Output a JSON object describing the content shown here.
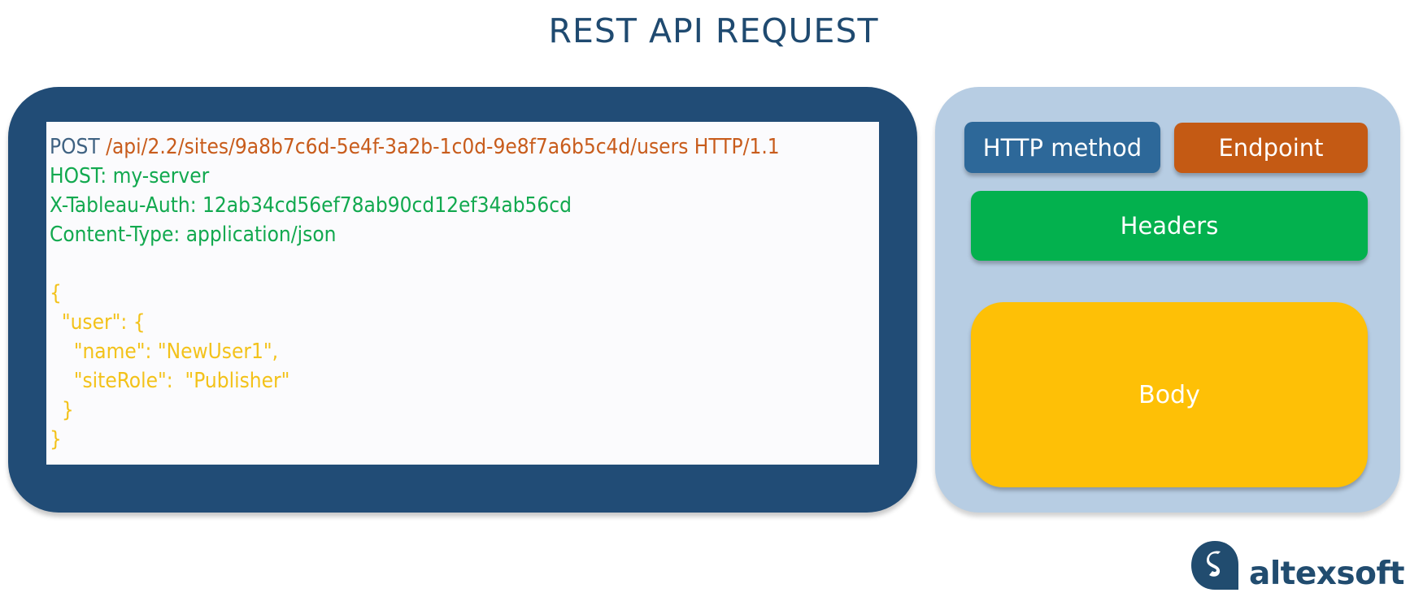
{
  "title": "REST API REQUEST",
  "request": {
    "method": "POST",
    "endpoint_line": " /api/2.2/sites/9a8b7c6d-5e4f-3a2b-1c0d-9e8f7a6b5c4d/users HTTP/1.1",
    "headers": [
      "HOST: my-server",
      "X-Tableau-Auth: 12ab34cd56ef78ab90cd12ef34ab56cd",
      "Content-Type: application/json"
    ],
    "body": [
      "{",
      "  \"user\": {",
      "    \"name\": \"NewUser1\",",
      "    \"siteRole\":  \"Publisher\"",
      "  }",
      "}"
    ]
  },
  "legend": {
    "method": "HTTP method",
    "endpoint": "Endpoint",
    "headers": "Headers",
    "body": "Body"
  },
  "colors": {
    "frame": "#214c76",
    "method": "#2d6899",
    "endpoint": "#c45a14",
    "headers": "#03b14e",
    "body": "#fec006",
    "legend_background": "#b7cde3"
  },
  "logo": {
    "text": "altexsoft",
    "icon": "altexsoft-logo-icon"
  }
}
